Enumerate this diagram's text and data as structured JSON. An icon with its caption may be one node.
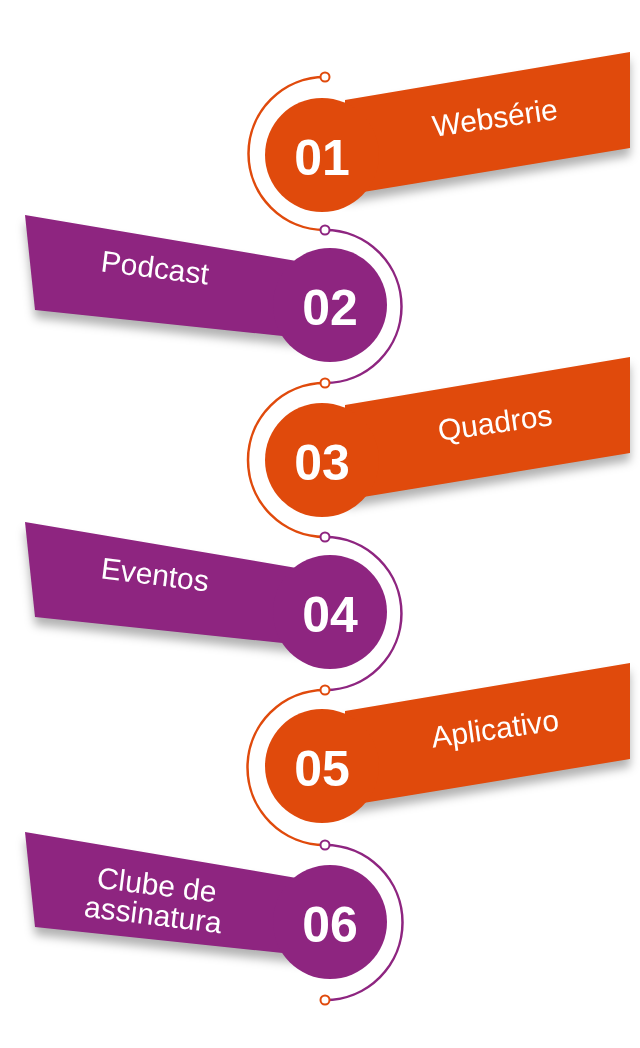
{
  "diagram": {
    "nodes": [
      {
        "text": [
          "01",
          "Websérie"
        ]
      },
      {
        "text": [
          "02",
          "Podcast"
        ]
      },
      {
        "text": [
          "03",
          "Quadros"
        ]
      },
      {
        "text": [
          "04",
          "Eventos"
        ]
      },
      {
        "text": [
          "05",
          "Aplicativo"
        ]
      },
      {
        "text": [
          "06",
          "Clube de assinatura"
        ]
      }
    ]
  }
}
